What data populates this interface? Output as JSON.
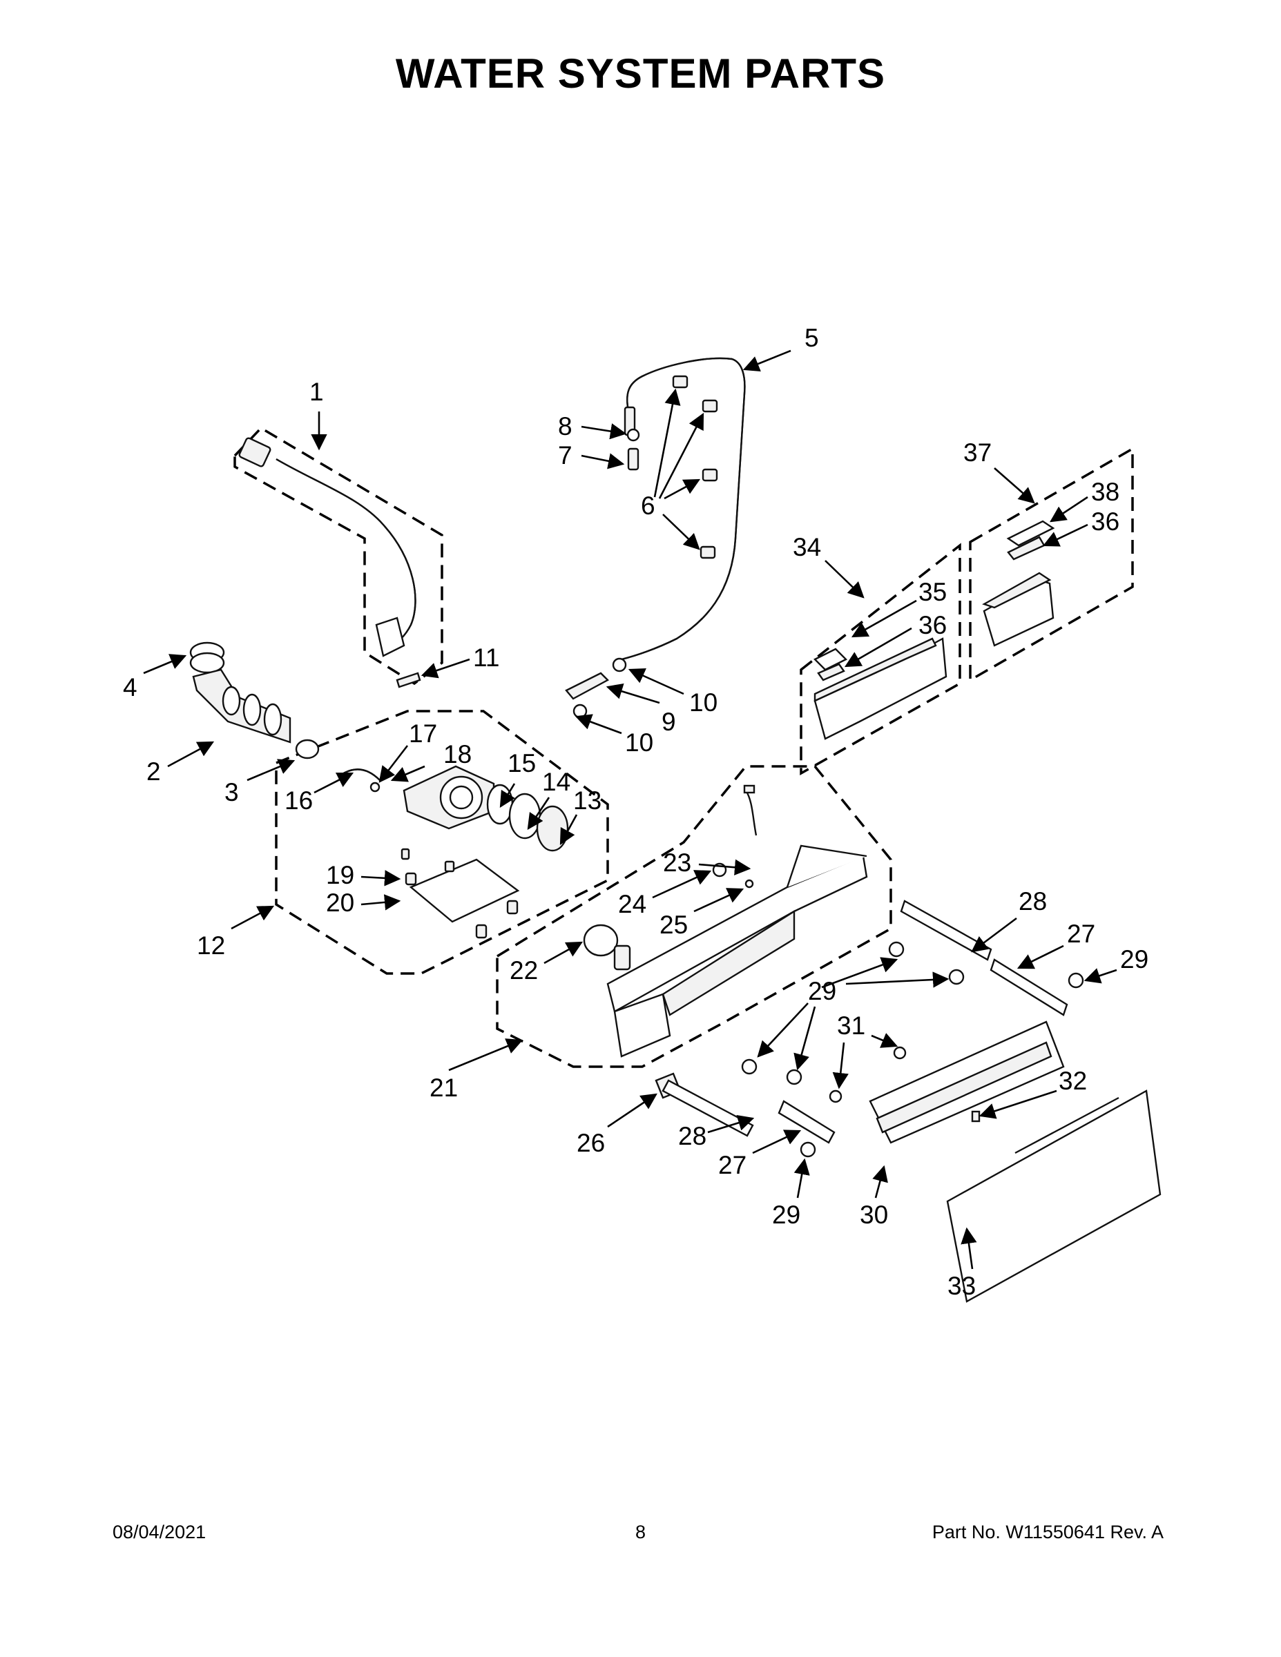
{
  "title": "WATER SYSTEM PARTS",
  "footer": {
    "date": "08/04/2021",
    "page": "8",
    "part_no": "Part No.  W11550641  Rev.  A"
  },
  "callouts": [
    {
      "id": "c1",
      "label": "1"
    },
    {
      "id": "c2",
      "label": "2"
    },
    {
      "id": "c3",
      "label": "3"
    },
    {
      "id": "c4",
      "label": "4"
    },
    {
      "id": "c5",
      "label": "5"
    },
    {
      "id": "c6",
      "label": "6"
    },
    {
      "id": "c7",
      "label": "7"
    },
    {
      "id": "c8",
      "label": "8"
    },
    {
      "id": "c9",
      "label": "9"
    },
    {
      "id": "c10a",
      "label": "10"
    },
    {
      "id": "c10b",
      "label": "10"
    },
    {
      "id": "c11",
      "label": "11"
    },
    {
      "id": "c12",
      "label": "12"
    },
    {
      "id": "c13",
      "label": "13"
    },
    {
      "id": "c14",
      "label": "14"
    },
    {
      "id": "c15",
      "label": "15"
    },
    {
      "id": "c16",
      "label": "16"
    },
    {
      "id": "c17",
      "label": "17"
    },
    {
      "id": "c18",
      "label": "18"
    },
    {
      "id": "c19",
      "label": "19"
    },
    {
      "id": "c20",
      "label": "20"
    },
    {
      "id": "c21",
      "label": "21"
    },
    {
      "id": "c22",
      "label": "22"
    },
    {
      "id": "c23",
      "label": "23"
    },
    {
      "id": "c24",
      "label": "24"
    },
    {
      "id": "c25",
      "label": "25"
    },
    {
      "id": "c26",
      "label": "26"
    },
    {
      "id": "c27a",
      "label": "27"
    },
    {
      "id": "c27b",
      "label": "27"
    },
    {
      "id": "c28a",
      "label": "28"
    },
    {
      "id": "c28b",
      "label": "28"
    },
    {
      "id": "c29a",
      "label": "29"
    },
    {
      "id": "c29b",
      "label": "29"
    },
    {
      "id": "c29c",
      "label": "29"
    },
    {
      "id": "c30",
      "label": "30"
    },
    {
      "id": "c31",
      "label": "31"
    },
    {
      "id": "c32",
      "label": "32"
    },
    {
      "id": "c33",
      "label": "33"
    },
    {
      "id": "c34",
      "label": "34"
    },
    {
      "id": "c35",
      "label": "35"
    },
    {
      "id": "c36a",
      "label": "36"
    },
    {
      "id": "c36b",
      "label": "36"
    },
    {
      "id": "c37",
      "label": "37"
    },
    {
      "id": "c38",
      "label": "38"
    }
  ]
}
